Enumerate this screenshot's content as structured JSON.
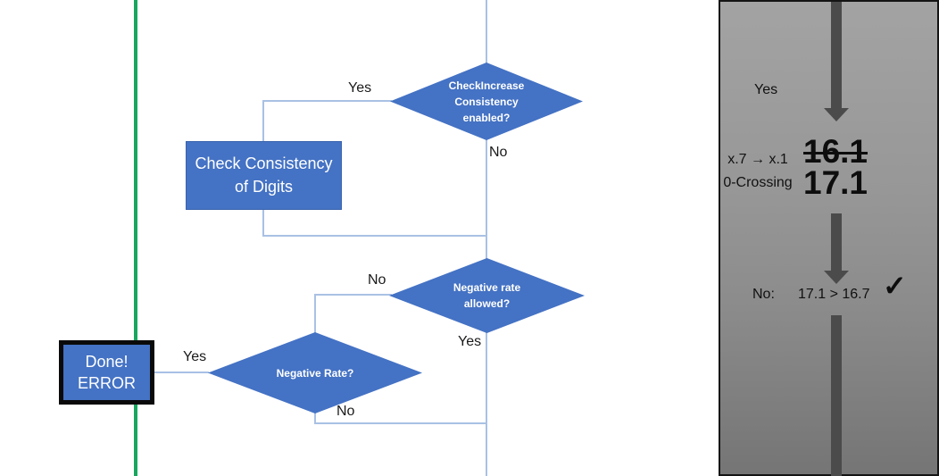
{
  "flowchart": {
    "decision_check_increase": {
      "line1": "CheckIncrease",
      "line2": "Consistency",
      "line3": "enabled?"
    },
    "process_check_consistency": {
      "line1": "Check Consistency",
      "line2": "of Digits"
    },
    "decision_negative_rate_allowed": {
      "line1": "Negative rate",
      "line2": "allowed?"
    },
    "decision_negative_rate": {
      "line1": "Negative Rate?"
    },
    "terminal_done_error": {
      "line1": "Done!",
      "line2": "ERROR"
    },
    "labels": {
      "check_increase_yes": "Yes",
      "check_increase_no": "No",
      "rate_allowed_no": "No",
      "rate_allowed_yes": "Yes",
      "negative_rate_yes": "Yes",
      "negative_rate_no": "No"
    }
  },
  "panel": {
    "yes_label": "Yes",
    "transition": "x.7 → x.1",
    "crossing": "0-Crossing",
    "old_value": "16.1",
    "new_value": "17.1",
    "result_label": "No:",
    "comparison": "17.1 > 16.7",
    "checkmark": "✓"
  },
  "colors": {
    "shape_blue": "#4472C4",
    "connector_blue": "#A9C1E4",
    "divider_green": "#18A75E",
    "panel_gray_top": "#A3A3A3",
    "panel_gray_bottom": "#757575",
    "arrow_gray": "#4B4B4B",
    "done_border_black": "#0A0A0A"
  }
}
